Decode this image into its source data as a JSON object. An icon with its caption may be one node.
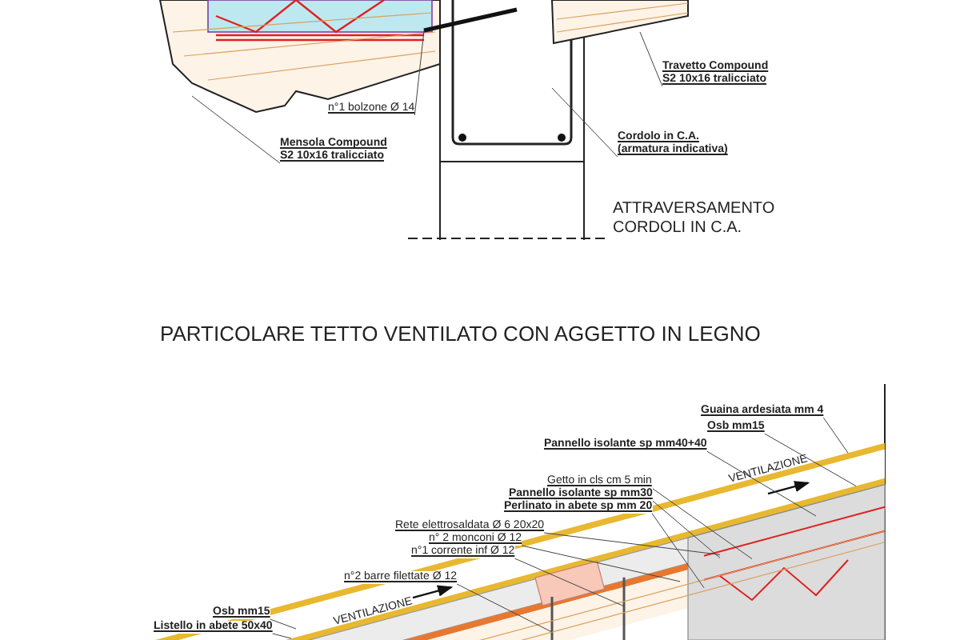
{
  "diagram": {
    "title": "PARTICOLARE TETTO VENTILATO CON AGGETTO IN LEGNO",
    "nodes": [
      {
        "text": [
          "Travetto Compound S2 10x16 tralicciato"
        ]
      },
      {
        "text": [
          "n°1 bolzone Ø 14"
        ]
      },
      {
        "text": [
          "Mensola Compound S2 10x16 tralicciato"
        ]
      },
      {
        "text": [
          "Cordolo in C.A. (armatura indicativa)"
        ]
      },
      {
        "text": [
          "Guaina ardesiata mm 4"
        ]
      },
      {
        "text": [
          "Osb mm15"
        ]
      },
      {
        "text": [
          "Pannello isolante sp mm40+40"
        ]
      },
      {
        "text": [
          "Getto in cls cm 5 min"
        ]
      },
      {
        "text": [
          "Pannello isolante sp mm30"
        ]
      },
      {
        "text": [
          "Perlinato in abete sp mm 20"
        ]
      },
      {
        "text": [
          "Rete elettrosaldata Ø 6 20x20"
        ]
      },
      {
        "text": [
          "n° 2 monconi Ø 12"
        ]
      },
      {
        "text": [
          "n°1 corrente inf Ø 12"
        ]
      },
      {
        "text": [
          "n°2 barre filettate Ø 12"
        ]
      },
      {
        "text": [
          "Osb mm15"
        ]
      },
      {
        "text": [
          "Listello in abete 50x40"
        ]
      }
    ],
    "edges": [
      {
        "from": 0,
        "to": null,
        "arrow": "none"
      },
      {
        "from": 1,
        "to": null,
        "arrow": "none"
      },
      {
        "from": 2,
        "to": null,
        "arrow": "none"
      },
      {
        "from": 3,
        "to": null,
        "arrow": "none"
      },
      {
        "from": 4,
        "to": null,
        "arrow": "none"
      },
      {
        "from": 5,
        "to": null,
        "arrow": "none"
      },
      {
        "from": 6,
        "to": null,
        "arrow": "none"
      },
      {
        "from": 7,
        "to": null,
        "arrow": "none"
      },
      {
        "from": 8,
        "to": null,
        "arrow": "none"
      },
      {
        "from": 9,
        "to": null,
        "arrow": "none"
      },
      {
        "from": 10,
        "to": null,
        "arrow": "none"
      },
      {
        "from": 11,
        "to": null,
        "arrow": "none"
      },
      {
        "from": 12,
        "to": null,
        "arrow": "none"
      },
      {
        "from": 13,
        "to": null,
        "arrow": "none"
      },
      {
        "from": 14,
        "to": null,
        "arrow": "none"
      },
      {
        "from": 15,
        "to": null,
        "arrow": "none"
      }
    ],
    "labels": [
      "ATTRAVERSAMENTO CORDOLI IN C.A.",
      "VENTILAZIONE",
      "VENTILAZIONE"
    ]
  }
}
